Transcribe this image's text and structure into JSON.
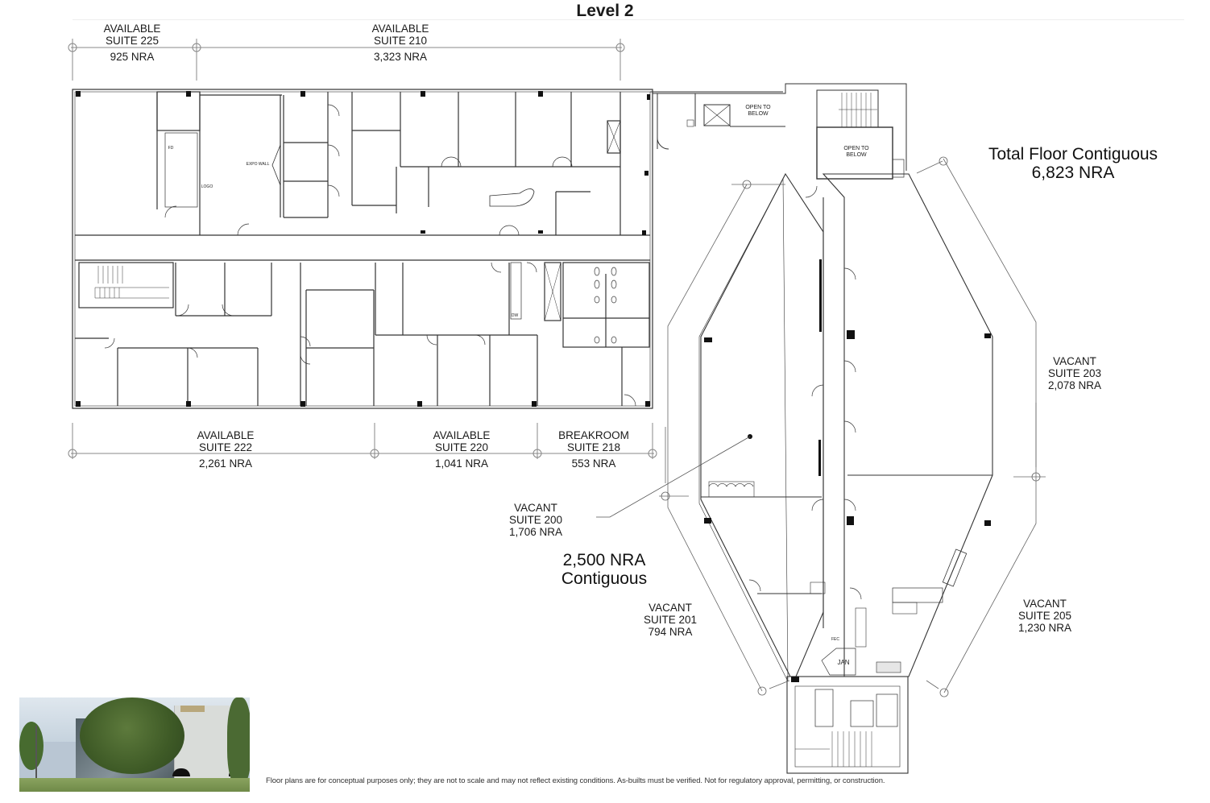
{
  "title": "Level 2",
  "suites_top": [
    {
      "status": "AVAILABLE",
      "suite": "SUITE 225",
      "nra": "925 NRA"
    },
    {
      "status": "AVAILABLE",
      "suite": "SUITE 210",
      "nra": "3,323 NRA"
    }
  ],
  "suites_bottom": [
    {
      "status": "AVAILABLE",
      "suite": "SUITE 222",
      "nra": "2,261 NRA"
    },
    {
      "status": "AVAILABLE",
      "suite": "SUITE 220",
      "nra": "1,041 NRA"
    },
    {
      "status": "BREAKROOM",
      "suite": "SUITE 218",
      "nra": "553 NRA"
    }
  ],
  "suites_right": {
    "s200": {
      "status": "VACANT",
      "suite": "SUITE 200",
      "nra": "1,706 NRA"
    },
    "s201": {
      "status": "VACANT",
      "suite": "SUITE 201",
      "nra": "794 NRA"
    },
    "s203": {
      "status": "VACANT",
      "suite": "SUITE 203",
      "nra": "2,078 NRA"
    },
    "s205": {
      "status": "VACANT",
      "suite": "SUITE 205",
      "nra": "1,230 NRA"
    }
  },
  "totals": {
    "total_floor_line1": "Total Floor Contiguous",
    "total_floor_line2": "6,823 NRA",
    "contiguous_line1": "2,500 NRA",
    "contiguous_line2": "Contiguous"
  },
  "room_labels": {
    "open_to_below_1": "OPEN TO BELOW",
    "open_to_below_2": "OPEN TO BELOW",
    "expo_wall": "EXPO WALL",
    "logo": "LOGO",
    "jan": "JAN",
    "dw": "DW",
    "fd": "FD",
    "fec": "FEC"
  },
  "photo": {
    "alt": "Building exterior photo"
  },
  "disclaimer": "Floor plans are for conceptual purposes only; they are not to scale and may not reflect existing conditions. As-builts must be verified. Not for regulatory approval, permitting, or construction."
}
